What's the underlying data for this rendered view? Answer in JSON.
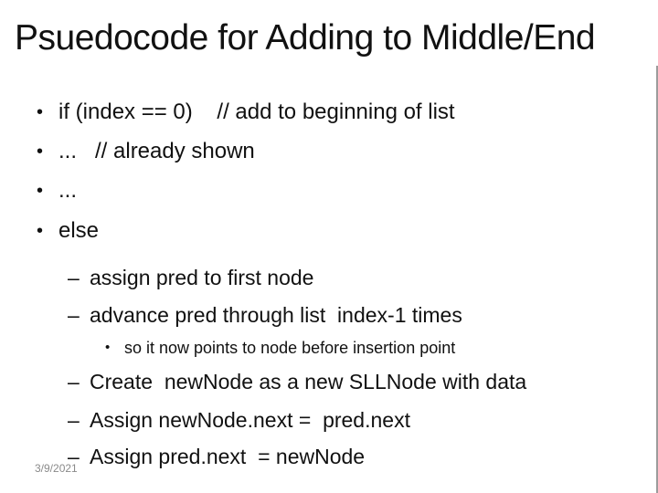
{
  "slide": {
    "title": "Psuedocode for Adding to Middle/End",
    "date": "3/9/2021",
    "text_color": "#111111",
    "date_color": "#8a8a8a",
    "border_color": "#9c9c9c",
    "bullets": [
      {
        "level": 1,
        "marker": "•",
        "text": "if (index == 0)    // add to beginning of list"
      },
      {
        "level": 1,
        "marker": "•",
        "text": "...   // already shown"
      },
      {
        "level": 1,
        "marker": "•",
        "text": "..."
      },
      {
        "level": 1,
        "marker": "•",
        "text": "else"
      },
      {
        "level": 2,
        "marker": "–",
        "text": "assign pred to first node"
      },
      {
        "level": 2,
        "marker": "–",
        "text": "advance pred through list  index-1 times"
      },
      {
        "level": 3,
        "marker": "•",
        "text": "so it now points to node before insertion point"
      },
      {
        "level": 2,
        "marker": "–",
        "text": "Create  newNode as a new SLLNode with data"
      },
      {
        "level": 2,
        "marker": "–",
        "text": "Assign newNode.next =  pred.next"
      },
      {
        "level": 2,
        "marker": "–",
        "text": "Assign pred.next  = newNode"
      }
    ]
  }
}
